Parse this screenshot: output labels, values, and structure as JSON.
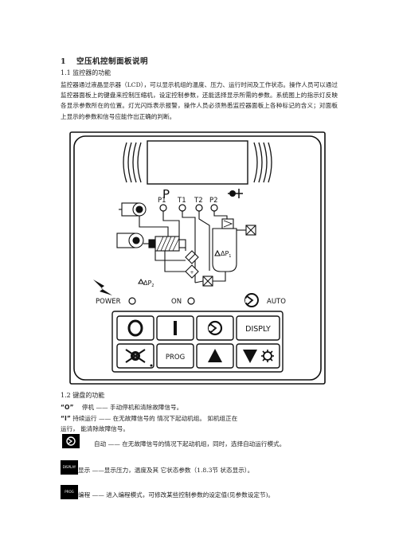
{
  "section": {
    "number": "1",
    "title": "空压机控制面板说明"
  },
  "sub1": {
    "heading": "1.1 监控器的功能",
    "paragraph": "监控器通过液晶显示器（LCD），可以显示机组的温度、压力、运行时间及工作状态。操作人员可以通过监控器面板上的键盘来控制压缩机，设定控制参数，还能选择显示所需的参数。系统图上的指示灯反映各显示参数所在的位置。灯光闪烁表示报警，操作人员必须熟悉监控器面板上各种标记的含义；对面板上显示的参数和信号应能作出正确的判断。"
  },
  "panel": {
    "display_char": "P",
    "sensors": [
      "P1",
      "T1",
      "T2",
      "P2"
    ],
    "dp1": "ΔP",
    "dp1_sub": "1",
    "dp2": "ΔP",
    "dp2_sub": "2",
    "power_label": "POWER",
    "on_label": "ON",
    "auto_label": "AUTO",
    "keys": {
      "stop": "O",
      "start": "I",
      "display": "DISPLY",
      "prog": "PROG"
    }
  },
  "sub2": {
    "heading": "1.2 键盘的功能",
    "items": [
      {
        "key": "“O”",
        "text": "停机 —— 手动停机和清除故障信号。"
      },
      {
        "key": "“I”",
        "text": "持续运行 —— 在无故障信号的 情况下起动机组。 如机组正在"
      },
      {
        "key": "",
        "text": "运行， 能清除故障信号。"
      }
    ],
    "auto_text": "自动 —— 在无故障信号的情况下起动机组，同时，选择自动运行模式。",
    "display_chip": "DISPLAY",
    "display_text": "显示 ——显示压力，温度及其 它状态参数（1.8.3节 状态显示）。",
    "prog_chip": "PROG",
    "prog_text": "编程 —— 进入编程模式，可修改某些控制参数的设定值(见参数设定节)。"
  },
  "colors": {
    "text": "#222222",
    "chip_bg": "#000000",
    "chip_fg": "#ffffff"
  }
}
